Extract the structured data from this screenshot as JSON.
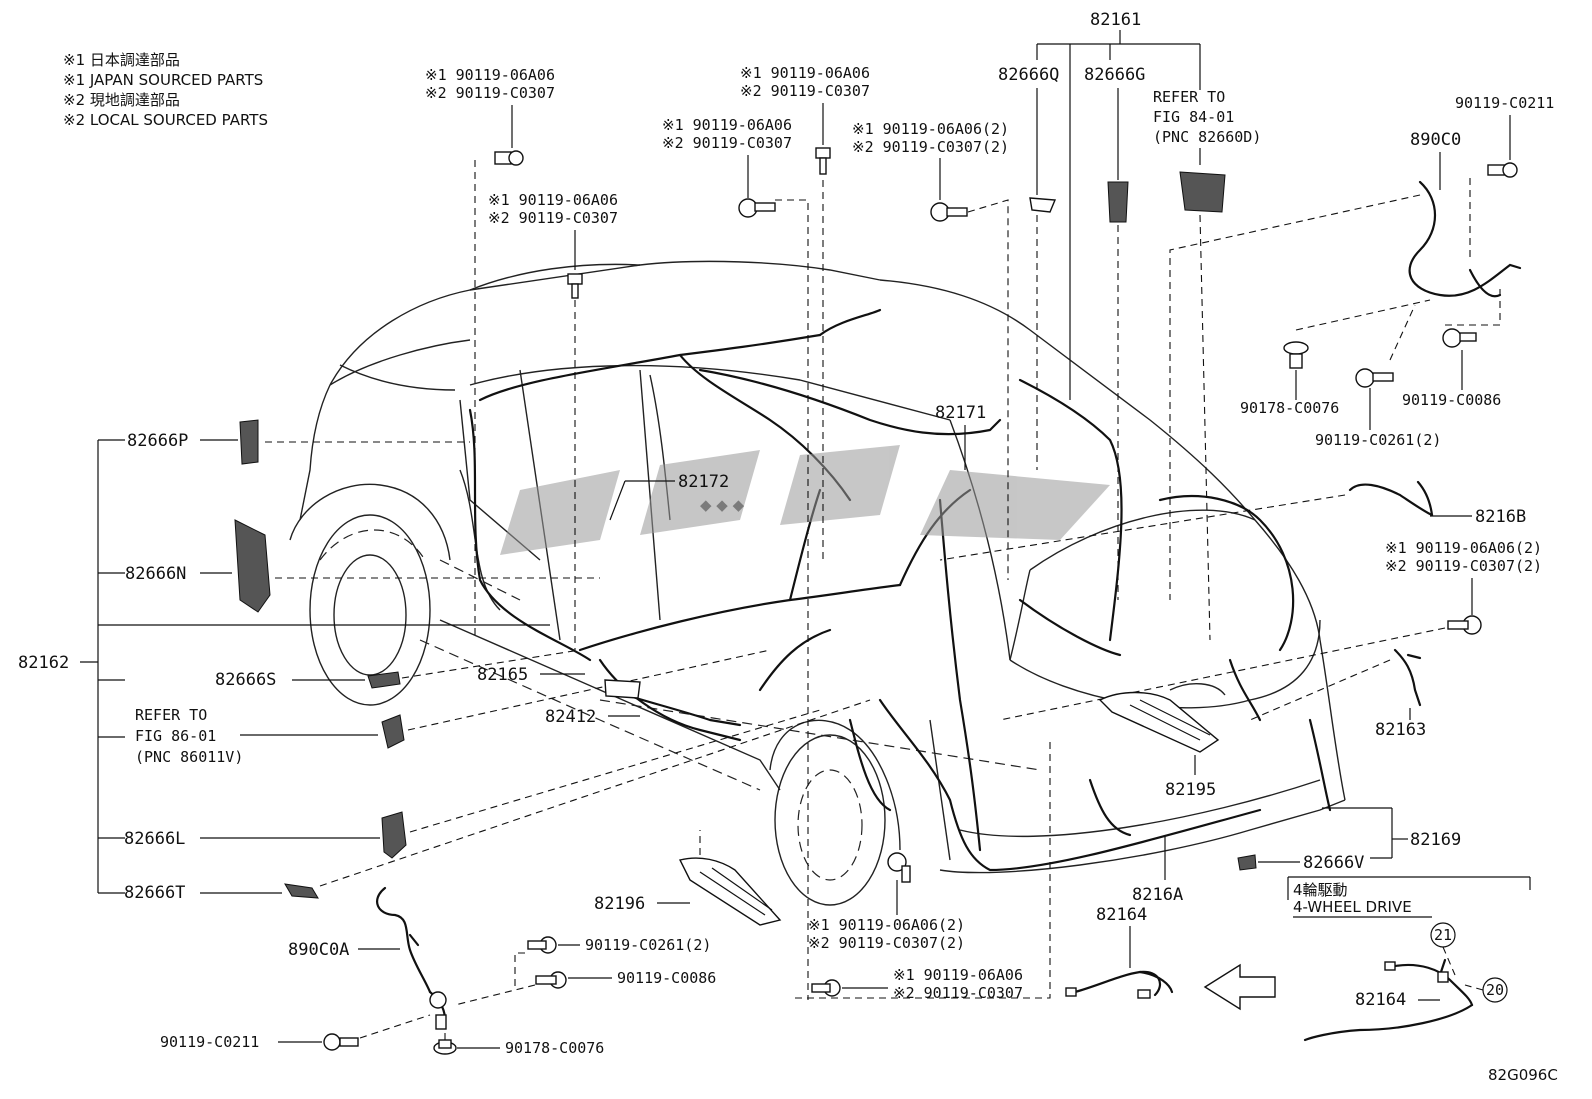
{
  "legend": {
    "line1": "※1 日本調達部品",
    "line2": "※1 JAPAN SOURCED PARTS",
    "line3": "※2 現地調達部品",
    "line4": "※2 LOCAL SOURCED PARTS"
  },
  "bolts": {
    "b1": {
      "a": "※1 90119-06A06",
      "b": "※2 90119-C0307"
    },
    "b2": {
      "a": "※1 90119-06A06",
      "b": "※2 90119-C0307"
    },
    "b3": {
      "a": "※1 90119-06A06",
      "b": "※2 90119-C0307"
    },
    "b4": {
      "a": "※1 90119-06A06",
      "b": "※2 90119-C0307"
    },
    "b5": {
      "a": "※1 90119-06A06(2)",
      "b": "※2 90119-C0307(2)"
    },
    "b6": {
      "a": "※1 90119-06A06(2)",
      "b": "※2 90119-C0307(2)"
    },
    "b7": {
      "a": "※1 90119-06A06(2)",
      "b": "※2 90119-C0307(2)"
    },
    "b8": {
      "a": "※1 90119-06A06",
      "b": "※2 90119-C0307"
    }
  },
  "refs": {
    "r1": {
      "a": "REFER TO",
      "b": "FIG 84-01",
      "c": "(PNC 82660D)"
    },
    "r2": {
      "a": "REFER TO",
      "b": "FIG 86-01",
      "c": "(PNC 86011V)"
    }
  },
  "parts": {
    "p82161": "82161",
    "p82666Q": "82666Q",
    "p82666G": "82666G",
    "p90119_C0211_r": "90119-C0211",
    "p890C0": "890C0",
    "p90178_C0076_r": "90178-C0076",
    "p90119_C0086_r": "90119-C0086",
    "p90119_C0261_r": "90119-C0261(2)",
    "p82666P": "82666P",
    "p82172": "82172",
    "p82171": "82171",
    "p8216B": "8216B",
    "p82666N": "82666N",
    "p82162": "82162",
    "p82666S": "82666S",
    "p82165": "82165",
    "p82412": "82412",
    "p82163": "82163",
    "p82195": "82195",
    "p82666L": "82666L",
    "p82169": "82169",
    "p82666V": "82666V",
    "p82666T": "82666T",
    "p8216A": "8216A",
    "p82196": "82196",
    "p82164a": "82164",
    "p82164b": "82164",
    "p890C0A": "890C0A",
    "p90119_C0261_l": "90119-C0261(2)",
    "p90119_C0086_l": "90119-C0086",
    "p90119_C0211_l": "90119-C0211",
    "p90178_C0076_l": "90178-C0076"
  },
  "awd": {
    "jp": "4輪駆動",
    "en": "4-WHEEL DRIVE"
  },
  "callouts": {
    "c21": "21",
    "c20": "20"
  },
  "figure_code": "82G096C",
  "watermark": "◆ ◆ ◆"
}
